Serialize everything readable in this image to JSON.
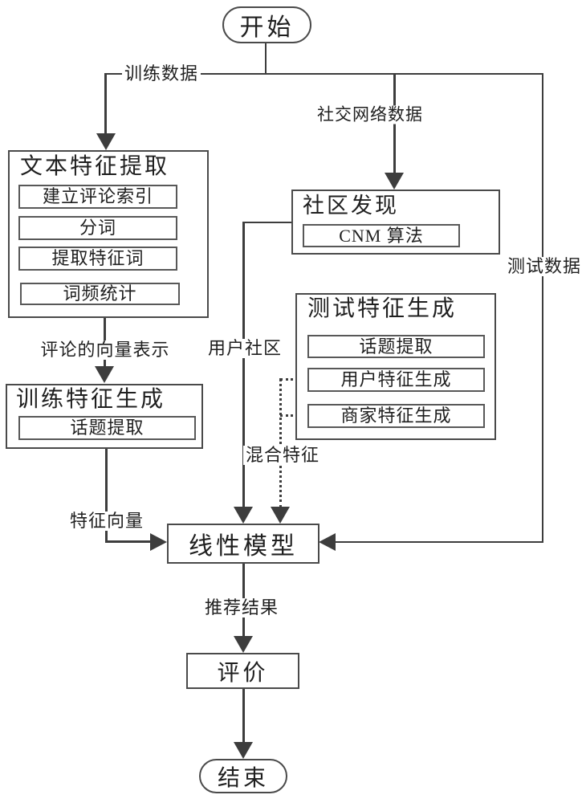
{
  "diagram": {
    "start_label": "开始",
    "end_label": "结束",
    "boxes": {
      "text_feature_extraction": {
        "title": "文本特征提取",
        "steps": [
          "建立评论索引",
          "分词",
          "提取特征词",
          "词频统计"
        ]
      },
      "community_discovery": {
        "title": "社区发现",
        "steps": [
          "CNM 算法"
        ]
      },
      "training_feature_generation": {
        "title": "训练特征生成",
        "steps": [
          "话题提取"
        ]
      },
      "test_feature_generation": {
        "title": "测试特征生成",
        "steps": [
          "话题提取",
          "用户特征生成",
          "商家特征生成"
        ]
      },
      "linear_model": {
        "title": "线性模型"
      },
      "evaluation": {
        "title": "评价"
      }
    },
    "edge_labels": {
      "training_data": "训练数据",
      "social_network_data": "社交网络数据",
      "test_data": "测试数据",
      "comment_vector_representation": "评论的向量表示",
      "user_community": "用户社区",
      "mixed_features": "混合特征",
      "feature_vector": "特征向量",
      "recommendation_result": "推荐结果"
    },
    "colors": {
      "line": "#3d3d3d",
      "box_border": "#4a4a4a",
      "background": "#ffffff",
      "text": "#1f1f1f"
    }
  }
}
